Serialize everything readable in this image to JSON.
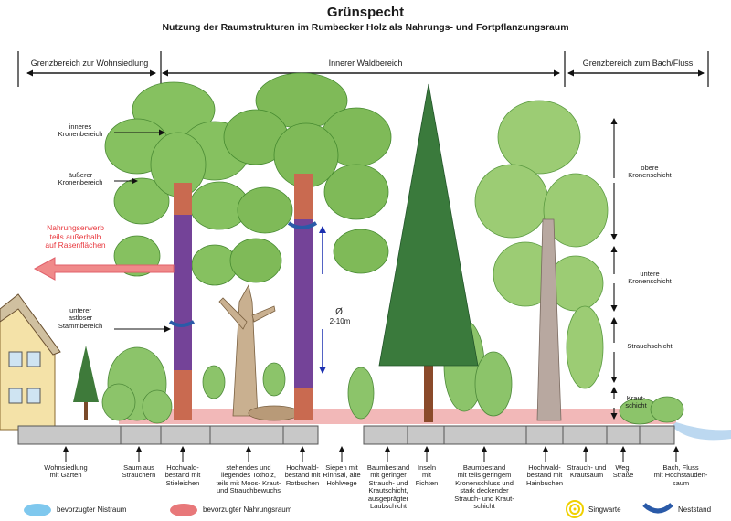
{
  "header": {
    "title": "Grünspecht",
    "subtitle": "Nutzung der Raumstrukturen im Rumbecker Holz als Nahrungs- und Fortpflanzungsraum"
  },
  "zones": {
    "left": "Grenzbereich zur Wohnsiedlung",
    "middle": "Innerer Waldbereich",
    "right": "Grenzbereich zum Bach/Fluss"
  },
  "tree_labels": {
    "inner_crown": "inneres\nKronenbereich",
    "outer_crown": "äußerer\nKronenbereich",
    "lower_trunk": "unterer\nastloser\nStammbereich"
  },
  "foraging_note": "Nahrungserwerb\nteils außerhalb\nauf Rasenflächen",
  "diameter": {
    "symbol": "Ø",
    "range": "2-10m"
  },
  "layers": {
    "upper_crown": "obere\nKronenschicht",
    "lower_crown": "untere\nKronenschicht",
    "shrub": "Strauchschicht",
    "herb": "Kraut-\nschicht"
  },
  "sections": [
    "Wohnsiedlung\nmit Gärten",
    "Saum aus\nSträuchern",
    "Hochwald-\nbestand mit\nStieleichen",
    "stehendes und\nliegendes Totholz,\nteils mit Moos- Kraut-\nund Strauchbewuchs",
    "Hochwald-\nbestand mit\nRotbuchen",
    "Siepen mit\nRinnsal, alte\nHohlwege",
    "Baumbestand\nmit geringer\nStrauch- und\nKrautschicht,\nausgeprägter\nLaubschicht",
    "Inseln\nmit\nFichten",
    "Baumbestand\nmit teils geringem\nKronenschluss und\nstark deckender\nStrauch- und Kraut-\nschicht",
    "Hochwald-\nbestand mit\nHainbuchen",
    "Strauch- und\nKrautsaum",
    "Weg,\nStraße",
    "Bach, Fluss\nmit Hochstauden-\nsaum"
  ],
  "legend": {
    "nest": "bevorzugter Nistraum",
    "food": "bevorzugter Nahrungsraum",
    "song": "Singwarte",
    "nest_site": "Neststand"
  },
  "colors": {
    "nest_area": "#7fc8ee",
    "food_area": "#e8787a",
    "trunk_use": "#6a3fa0",
    "nest_site": "#2a5aa8",
    "song_post": "#f0d000",
    "foliage": "#7cb85a",
    "ground": "#c8c8c8"
  }
}
